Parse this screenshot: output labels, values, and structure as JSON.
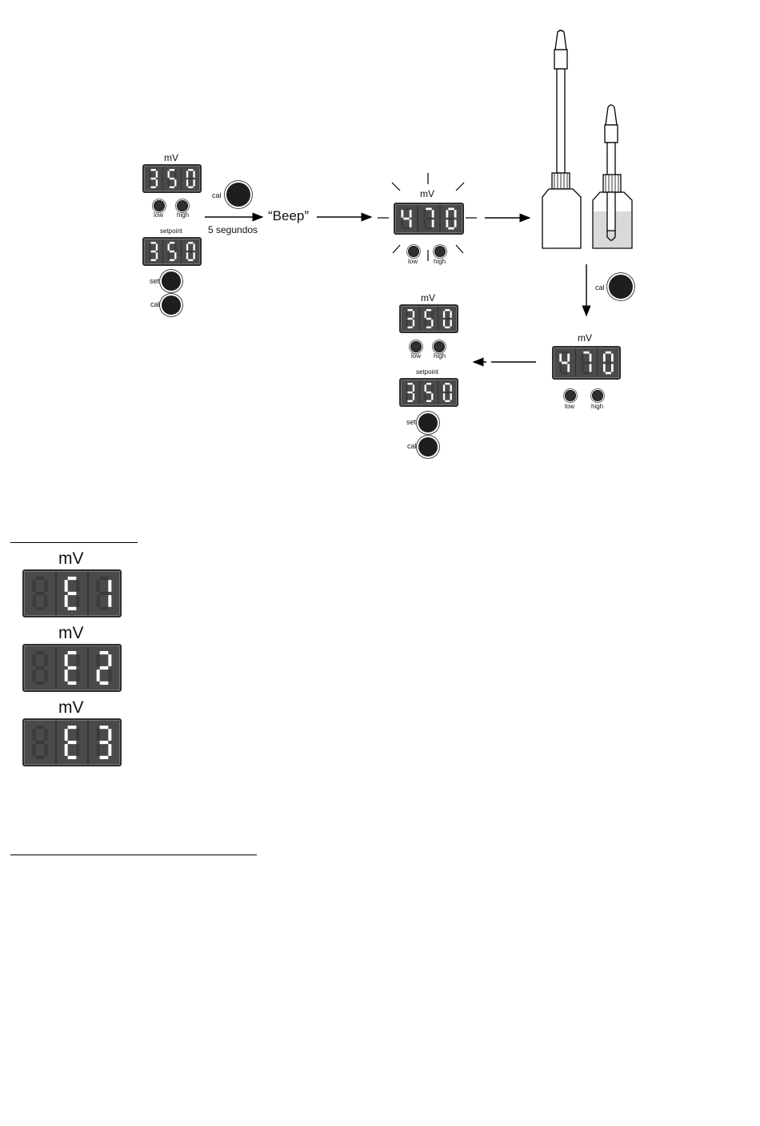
{
  "unit": "mV",
  "setpoint_label": "setpoint",
  "low_label": "low",
  "high_label": "high",
  "set_label": "set",
  "cal_label": "cal",
  "beep_label": "“Beep”",
  "seconds_label": "5 segundos",
  "bottle": {
    "value": "470",
    "unit": "mV"
  },
  "displays": {
    "start_mv": "350",
    "start_setpoint": "350",
    "blink_mv": "470",
    "mid_mv": "350",
    "mid_setpoint": "350",
    "right_mv": "470",
    "error1": " E1",
    "error2": " E2",
    "error3": " E3"
  },
  "colors": {
    "display_bg": "#4a4a4a",
    "segment_on": "#ffffff",
    "segment_off": "#3a3a3a",
    "knob": "#1e1e1e",
    "solution": "#d9d9d9"
  }
}
